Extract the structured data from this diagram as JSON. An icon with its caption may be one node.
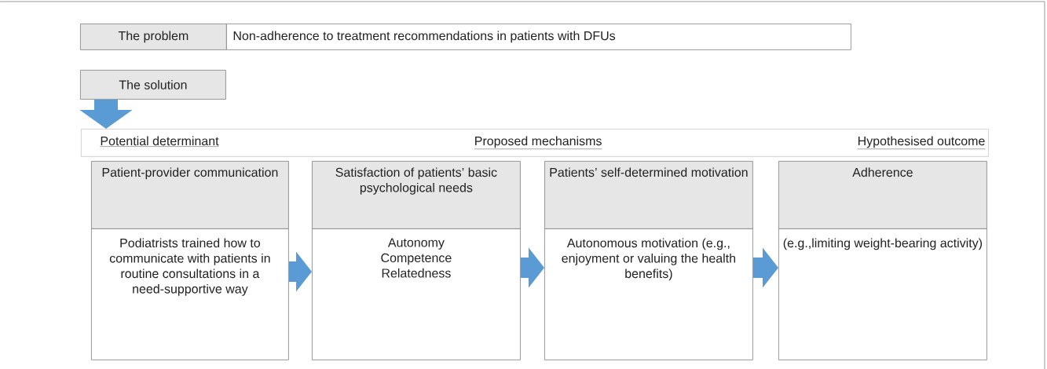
{
  "diagram": {
    "nodes": [
      {
        "text": [
          "The problem"
        ]
      },
      {
        "text": [
          "Non-adherence to treatment recommendations in patients with DFUs"
        ]
      },
      {
        "text": [
          "The solution"
        ]
      },
      {
        "text": [
          "Potential determinant",
          "Proposed mechanisms",
          "Hypothesised outcome"
        ]
      },
      {
        "text": [
          "Patient-provider communication"
        ]
      },
      {
        "text": [
          "Podiatrists trained how to communicate with patients in routine consultations in a need-supportive way"
        ]
      },
      {
        "text": [
          "Satisfaction of patients’ basic psychological needs"
        ]
      },
      {
        "text": [
          "Autonomy",
          "Competence",
          "Relatedness"
        ]
      },
      {
        "text": [
          "Patients’ self-determined motivation"
        ]
      },
      {
        "text": [
          "Autonomous motivation (e.g., enjoyment or valuing the health benefits)"
        ]
      },
      {
        "text": [
          "Adherence"
        ]
      },
      {
        "text": [
          "(e.g.,limiting weight-bearing activity)"
        ]
      }
    ],
    "edges": [
      {
        "from": 2,
        "to": 3,
        "arrow": "to"
      },
      {
        "from": 5,
        "to": 7,
        "arrow": "to"
      },
      {
        "from": 7,
        "to": 9,
        "arrow": "to"
      },
      {
        "from": 9,
        "to": 11,
        "arrow": "to"
      }
    ]
  }
}
